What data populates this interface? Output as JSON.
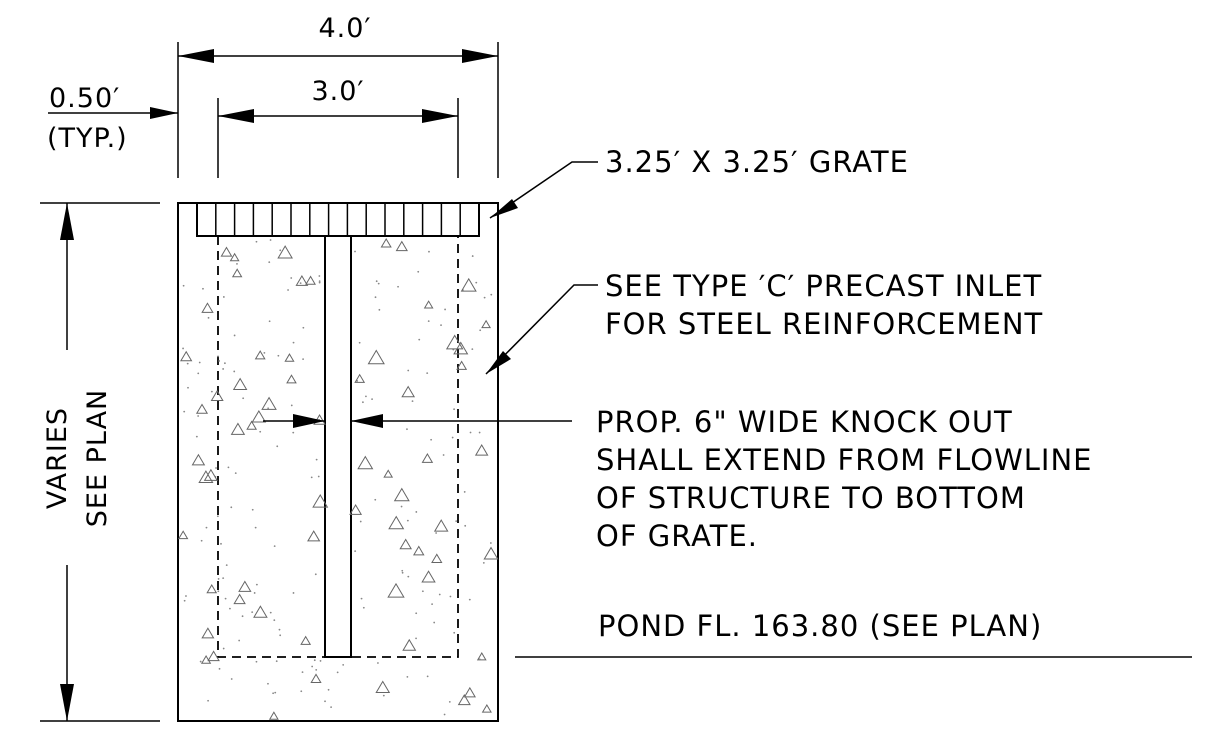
{
  "dimensions": {
    "outer_width": "4.0′",
    "inner_width": "3.0′",
    "wall_thickness_value": "0.50′",
    "wall_thickness_note": "(TYP.)",
    "height_line1": "VARIES",
    "height_line2": "SEE PLAN"
  },
  "callouts": {
    "grate": "3.25′ X 3.25′ GRATE",
    "reinforcement": [
      "SEE TYPE ′C′ PRECAST INLET",
      "FOR STEEL REINFORCEMENT"
    ],
    "knockout": [
      "PROP. 6\" WIDE KNOCK OUT",
      "SHALL EXTEND FROM FLOWLINE",
      "OF STRUCTURE TO BOTTOM",
      "OF GRATE."
    ],
    "pond_flowline": "POND FL. 163.80 (SEE PLAN)"
  }
}
